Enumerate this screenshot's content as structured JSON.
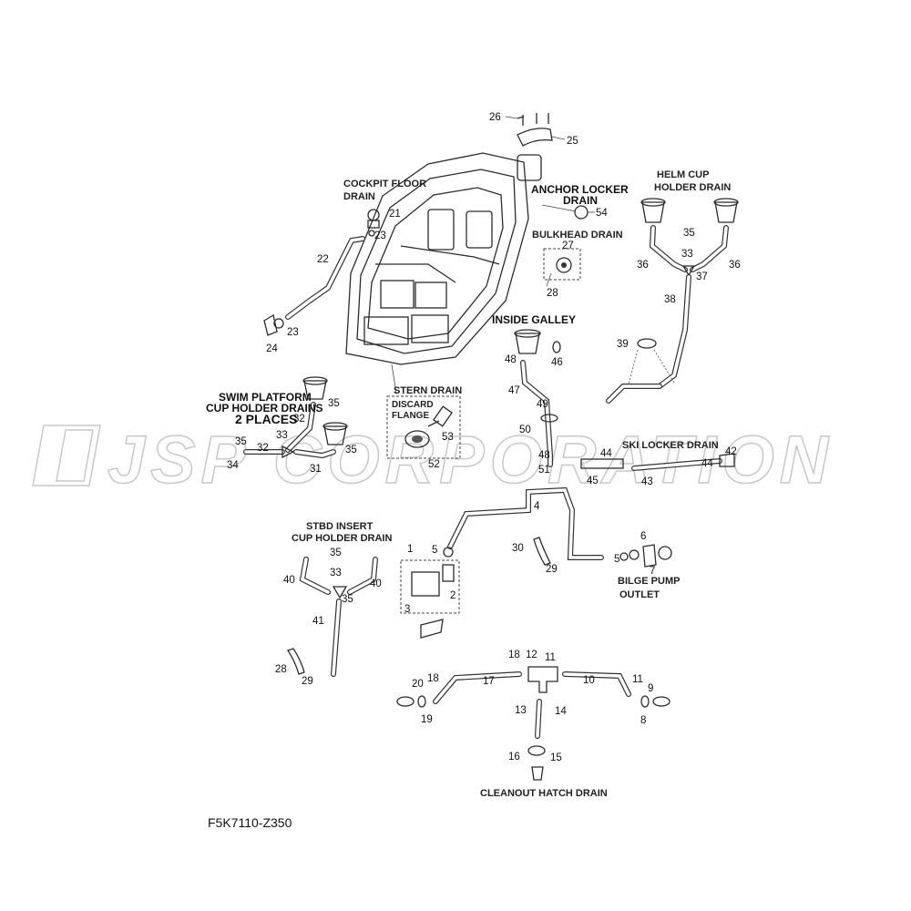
{
  "watermark": "JSP CORPORATION",
  "drawing_code": "F5K7110-Z350",
  "sections": {
    "cockpit_floor_drain": [
      "COCKPIT FLOOR",
      "DRAIN"
    ],
    "anchor_locker_drain": [
      "ANCHOR LOCKER",
      "DRAIN"
    ],
    "helm_cup_holder_drain": [
      "HELM CUP",
      "HOLDER DRAIN"
    ],
    "bulkhead_drain": "BULKHEAD DRAIN",
    "inside_galley": "INSIDE GALLEY",
    "stern_drain": "STERN DRAIN",
    "discard_flange": [
      "DISCARD",
      "FLANGE"
    ],
    "swim_platform": [
      "SWIM PLATFORM",
      "CUP HOLDER DRAINS",
      "2 PLACES"
    ],
    "ski_locker_drain": "SKI LOCKER DRAIN",
    "stbd_insert": [
      "STBD INSERT",
      "CUP HOLDER DRAIN"
    ],
    "bilge_pump_outlet": [
      "BILGE PUMP",
      "OUTLET"
    ],
    "cleanout_hatch_drain": "CLEANOUT HATCH DRAIN"
  },
  "callouts": {
    "c26": "26",
    "c25": "25",
    "c21": "21",
    "c23a": "23",
    "c22": "22",
    "c23b": "23",
    "c24": "24",
    "c54": "54",
    "c27": "27",
    "c28a": "28",
    "c35a": "35",
    "c33a": "33",
    "c36a": "36",
    "c37": "37",
    "c36b": "36",
    "c38": "38",
    "c39": "39",
    "c48a": "48",
    "c46": "46",
    "c47": "47",
    "c49": "49",
    "c50": "50",
    "c48b": "48",
    "c51": "51",
    "c53": "53",
    "c52": "52",
    "c35b": "35",
    "c32a": "32",
    "c33b": "33",
    "c35c": "35",
    "c32b": "32",
    "c34": "34",
    "c35d": "35",
    "c31": "31",
    "c44a": "44",
    "c45": "45",
    "c42": "42",
    "c44b": "44",
    "c43": "43",
    "c4": "4",
    "c1": "1",
    "c5a": "5",
    "c2": "2",
    "c3": "3",
    "c30": "30",
    "c29a": "29",
    "c6": "6",
    "c5b": "5",
    "c7": "7",
    "c35e": "35",
    "c40a": "40",
    "c33c": "33",
    "c35f": "35",
    "c40b": "40",
    "c41": "41",
    "c28b": "28",
    "c29b": "29",
    "c18a": "18",
    "c12": "12",
    "c11a": "11",
    "c17": "17",
    "c10": "10",
    "c20": "20",
    "c18b": "18",
    "c19": "19",
    "c11b": "11",
    "c9": "9",
    "c8": "8",
    "c13": "13",
    "c14": "14",
    "c16": "16",
    "c15": "15"
  }
}
